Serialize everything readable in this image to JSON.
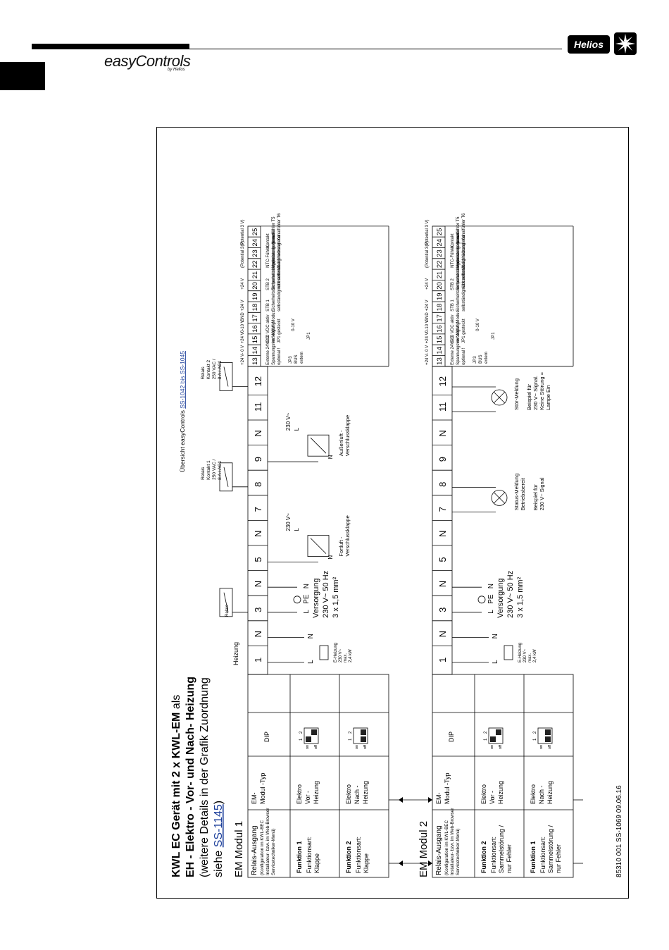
{
  "header": {
    "brand": "easyControls",
    "brand_sub": "by Helios",
    "logo": "Helios",
    "logo_icon": "fan-icon"
  },
  "diagram": {
    "title_l1": "KWL EC Gerät mit 2 x KWL-EM",
    "title_l1_suffix": " als",
    "title_l2": "EH - Elektro - Vor- und Nach- Heizung",
    "title_l3": "(weitere Details in der Grafik Zuordnung",
    "title_l4_prefix": "siehe ",
    "title_l4_link": "SS-1145",
    "title_l4_suffix": ")",
    "overview_prefix": "Übersicht easyControls ",
    "overview_link": "SS-1042 bis SS-1045",
    "footer": "85310 001   SS-1069   09.06.16",
    "col_headers": {
      "relais_title": "Relais-Ausgang",
      "relais_sub": [
        "(Konfiguration im KWL-BEC",
        "Installateur- bzw. im Web-Browser",
        "Servicetechniker-Menü)"
      ],
      "typ": [
        "EM-",
        "Modul  -Typ"
      ],
      "dip": "DIP"
    },
    "dip_labels": {
      "n1": "1",
      "n2": "2",
      "on": "on",
      "off": "off"
    },
    "modules": [
      {
        "name": "EM Modul 1",
        "rows": [
          {
            "funktion": "Funktion 1",
            "art": [
              "Funktionsart:",
              "Klappe"
            ],
            "typ": [
              "Elektro",
              "Vor -",
              "Heizung"
            ]
          },
          {
            "funktion": "Funktion 2",
            "art": [
              "Funktionsart:",
              "Klappe"
            ],
            "typ": [
              "Elektro",
              "Nach -",
              "Heizung"
            ]
          }
        ],
        "terminals": [
          "1",
          "N",
          "3",
          "N",
          "5",
          "N",
          "7",
          "8",
          "9",
          "N",
          "11",
          "12"
        ],
        "heater": {
          "label": "Heizung",
          "spec": [
            "E-Heizung",
            "230 V~",
            "max.",
            "2,4 kW"
          ],
          "L": "L",
          "N": "N"
        },
        "supply": {
          "title": "Versorgung",
          "volts": "230 V~ 50 Hz",
          "cable": "3 x 1,5 mm²",
          "L": "L",
          "PE": "PE",
          "N": "N"
        },
        "relais_small": "Relais",
        "relais1": [
          "Relais",
          "Kontakt 1",
          "250 VAC /",
          "8 A / AC1"
        ],
        "relais2": [
          "Relais",
          "Kontakt 2",
          "250 VAC /",
          "8 A / AC1"
        ],
        "fortluft": [
          "Fortluft -",
          "Verschlussklappe"
        ],
        "aussenluft": [
          "Außenluft -",
          "Verschlussklappe"
        ],
        "motor_volts": "230 V~",
        "motor_L": "L",
        "motor_N": "N"
      },
      {
        "name": "EM Modul 2",
        "rows": [
          {
            "funktion": "Funktion 2",
            "art": [
              "Funktionsart:",
              "Sammelstörung /",
              "nur Fehler"
            ],
            "typ": [
              "Elektro",
              "Vor -",
              "Heizung"
            ]
          },
          {
            "funktion": "Funktion 1",
            "art": [
              "Funktionsart:",
              "Sammelstörung /",
              "nur Fehler"
            ],
            "typ": [
              "Elektro",
              "Nach -",
              "Heizung"
            ]
          }
        ],
        "terminals": [
          "1",
          "N",
          "3",
          "N",
          "5",
          "N",
          "7",
          "8",
          "9",
          "N",
          "11",
          "12"
        ],
        "heater": {
          "spec": [
            "E-Heizung",
            "230 V~",
            "max.",
            "2,4 kW"
          ],
          "L": "L",
          "N": "N"
        },
        "supply": {
          "title": "Versorgung",
          "volts": "230 V~ 50 Hz",
          "cable": "3 x 1,5 mm²",
          "L": "L",
          "PE": "PE",
          "N": "N"
        },
        "status": [
          "Status-Meldung",
          "Betriebsbereit",
          "",
          "Beispiel für",
          "230 V~ Signal"
        ],
        "stoer": [
          "Stör-Meldung",
          "",
          "Beispiel für",
          "230 V~ Signal.",
          "Keine Störung =",
          "Lampe Ein"
        ]
      }
    ],
    "low_terminals": [
      "13",
      "14",
      "15",
      "16",
      "17",
      "18",
      "19",
      "20",
      "21",
      "22",
      "23",
      "24",
      "25"
    ],
    "low_side_labels": [
      "+24 V",
      "- 0 V",
      "+24 V",
      "0-10 V",
      "GND",
      "+24 V",
      "",
      "+24 V",
      "",
      "(Potential 3 V)",
      "",
      "(Potential 3 V)",
      ""
    ],
    "low_descs": {
      "ext24": [
        "Externe 24VDC",
        "Spannungsversorgung",
        "optional !"
      ],
      "jp3": [
        "JP3",
        "BUS",
        "extern"
      ],
      "analog": [
        "0-10 VDC aktiv",
        "im \"400V\"-Modus.",
        "JP1 gesteckt"
      ],
      "jp1": "JP1",
      "v010": "0-10 V",
      "stb1": [
        "STB 1",
        "Sicherheitstemperaturbegrenzer",
        "selbständig rückstellend"
      ],
      "stb2": [
        "STB 2",
        "Sicherheitstemperaturbegrenzer",
        "nicht selbständig rückstellend"
      ],
      "ntc": [
        "NTC-Fühler,",
        "Vorheizung: Kanalfühler T5",
        "Nachheizung: Kanalfühler T6"
      ],
      "ext": [
        "Kontakt",
        "externer"
      ]
    }
  }
}
